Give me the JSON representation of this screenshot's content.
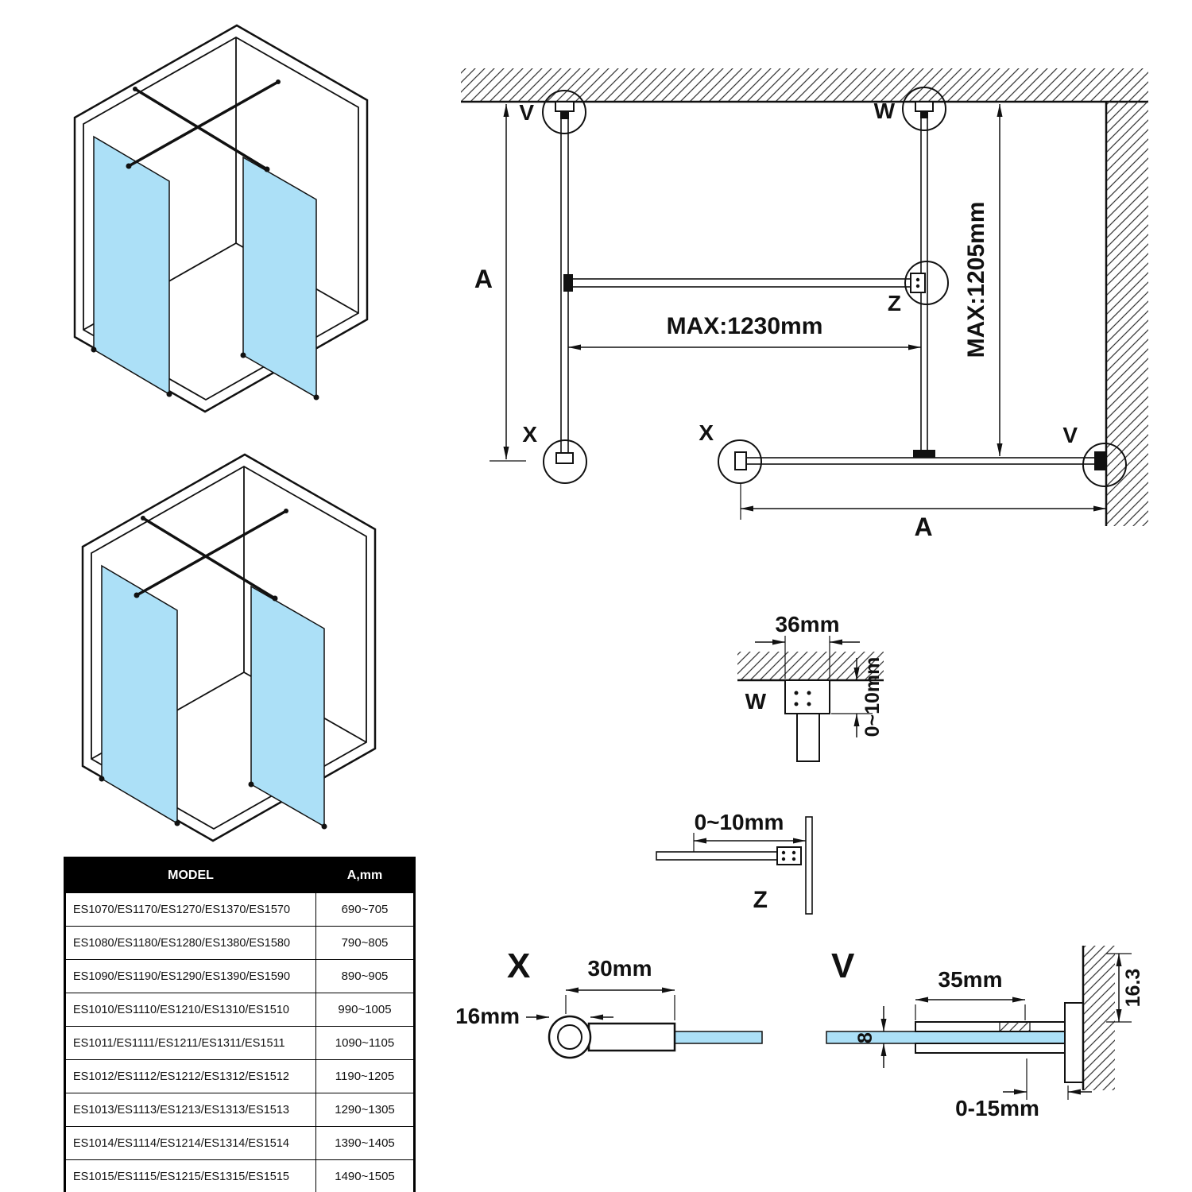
{
  "colors": {
    "line": "#111111",
    "glass": "#ace0f7",
    "table_header_bg": "#000000",
    "table_header_text": "#ffffff"
  },
  "plan": {
    "markers": {
      "v_top": "V",
      "w": "W",
      "z": "Z",
      "x_left": "X",
      "x_mid": "X",
      "v_right": "V"
    },
    "dims": {
      "a_left": "A",
      "a_bottom": "A",
      "max_width": "MAX:1230mm",
      "max_height": "MAX:1205mm"
    }
  },
  "details": {
    "w": {
      "label": "W",
      "width": "36mm",
      "gap": "0~10mm"
    },
    "z": {
      "label": "Z",
      "gap": "0~10mm"
    },
    "x": {
      "label": "X",
      "width": "30mm",
      "knob": "16mm"
    },
    "v": {
      "label": "V",
      "width": "35mm",
      "glass_thickness": "8",
      "depth": "16.3",
      "adjust": "0-15mm"
    }
  },
  "table": {
    "headers": {
      "model": "MODEL",
      "a": "A,mm"
    },
    "rows": [
      {
        "model": "ES1070/ES1170/ES1270/ES1370/ES1570",
        "a": "690~705"
      },
      {
        "model": "ES1080/ES1180/ES1280/ES1380/ES1580",
        "a": "790~805"
      },
      {
        "model": "ES1090/ES1190/ES1290/ES1390/ES1590",
        "a": "890~905"
      },
      {
        "model": "ES1010/ES1110/ES1210/ES1310/ES1510",
        "a": "990~1005"
      },
      {
        "model": "ES1011/ES1111/ES1211/ES1311/ES1511",
        "a": "1090~1105"
      },
      {
        "model": "ES1012/ES1112/ES1212/ES1312/ES1512",
        "a": "1190~1205"
      },
      {
        "model": "ES1013/ES1113/ES1213/ES1313/ES1513",
        "a": "1290~1305"
      },
      {
        "model": "ES1014/ES1114/ES1214/ES1314/ES1514",
        "a": "1390~1405"
      },
      {
        "model": "ES1015/ES1115/ES1215/ES1315/ES1515",
        "a": "1490~1505"
      }
    ]
  }
}
